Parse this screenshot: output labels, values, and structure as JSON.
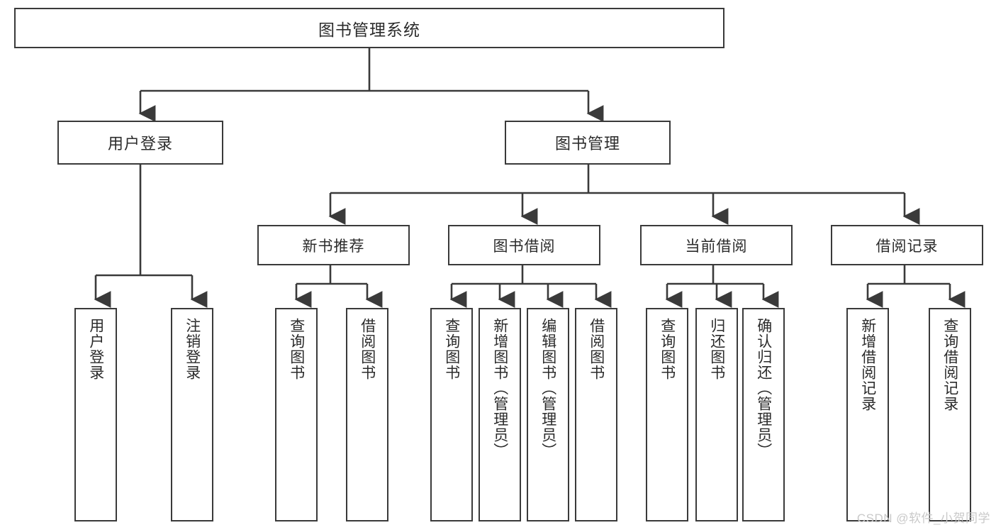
{
  "diagram": {
    "type": "tree",
    "title": "图书管理系统",
    "colors": {
      "box_border": "#3a3a3a",
      "box_fill": "#ffffff",
      "line": "#3a3a3a",
      "text": "#2b2b2b",
      "watermark": "#c9c9c9"
    },
    "root": {
      "label": "图书管理系统"
    },
    "level2": [
      {
        "id": "user-login",
        "label": "用户登录"
      },
      {
        "id": "book-manage",
        "label": "图书管理"
      }
    ],
    "level3": [
      {
        "id": "new-book-rec",
        "label": "新书推荐"
      },
      {
        "id": "book-borrow",
        "label": "图书借阅"
      },
      {
        "id": "current-borrow",
        "label": "当前借阅"
      },
      {
        "id": "borrow-record",
        "label": "借阅记录"
      }
    ],
    "leaves": {
      "user_login": [
        {
          "id": "leaf-user-login",
          "label": "用户登录"
        },
        {
          "id": "leaf-logout",
          "label": "注销登录"
        }
      ],
      "new_book_rec": [
        {
          "id": "leaf-query-book-1",
          "label": "查询图书"
        },
        {
          "id": "leaf-borrow-book-1",
          "label": "借阅图书"
        }
      ],
      "book_borrow": [
        {
          "id": "leaf-query-book-2",
          "label": "查询图书"
        },
        {
          "id": "leaf-add-book",
          "label": "新增图书（管理员）"
        },
        {
          "id": "leaf-edit-book",
          "label": "编辑图书（管理员）"
        },
        {
          "id": "leaf-borrow-book-2",
          "label": "借阅图书"
        }
      ],
      "current_borrow": [
        {
          "id": "leaf-query-book-3",
          "label": "查询图书"
        },
        {
          "id": "leaf-return-book",
          "label": "归还图书"
        },
        {
          "id": "leaf-confirm-return",
          "label": "确认归还（管理员）"
        }
      ],
      "borrow_record": [
        {
          "id": "leaf-add-record",
          "label": "新增借阅记录"
        },
        {
          "id": "leaf-query-record",
          "label": "查询借阅记录"
        }
      ]
    }
  },
  "watermark": {
    "text": "CSDN @软件_小贺同学"
  }
}
